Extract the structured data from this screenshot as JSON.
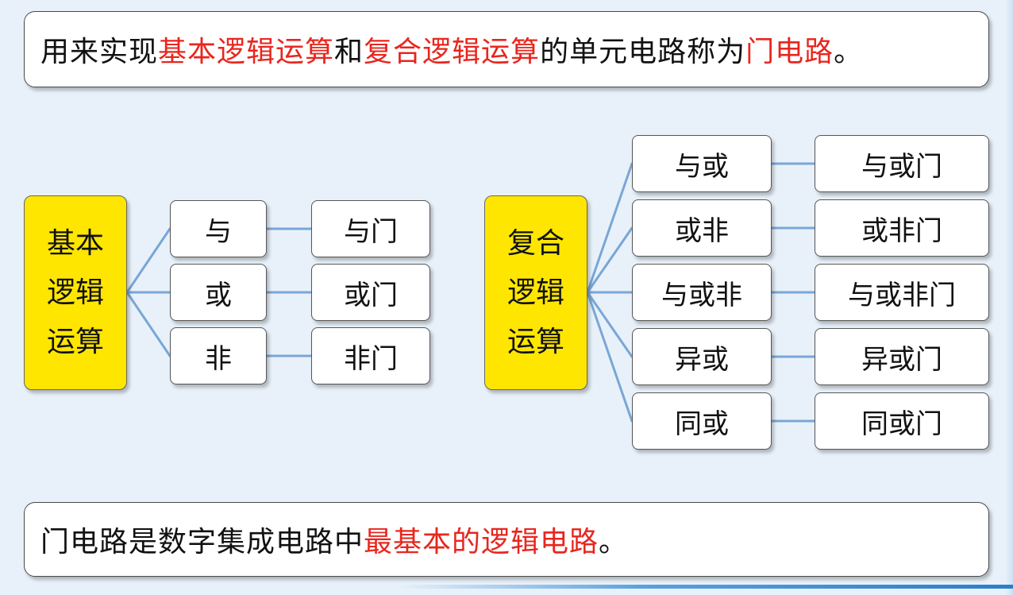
{
  "top_statement": {
    "p1": "用来实现",
    "h1": "基本逻辑运算",
    "p2": "和",
    "h2": "复合逻辑运算",
    "p3": "的单元电路称为",
    "h3": "门电路",
    "p4": "。"
  },
  "basic": {
    "line1": "基本",
    "line2": "逻辑",
    "line3": "运算",
    "operations": [
      "与",
      "或",
      "非"
    ],
    "gates": [
      "与门",
      "或门",
      "非门"
    ]
  },
  "compound": {
    "line1": "复合",
    "line2": "逻辑",
    "line3": "运算",
    "operations": [
      "与或",
      "或非",
      "与或非",
      "异或",
      "同或"
    ],
    "gates": [
      "与或门",
      "或非门",
      "与或非门",
      "异或门",
      "同或门"
    ]
  },
  "bottom_statement": {
    "p1": "门电路是数字集成电路中",
    "h1": "最基本的逻辑电路",
    "p2": "。"
  },
  "colors": {
    "highlight": "#e8261e",
    "root_fill": "#ffe600",
    "connector": "#7aa6d6"
  }
}
